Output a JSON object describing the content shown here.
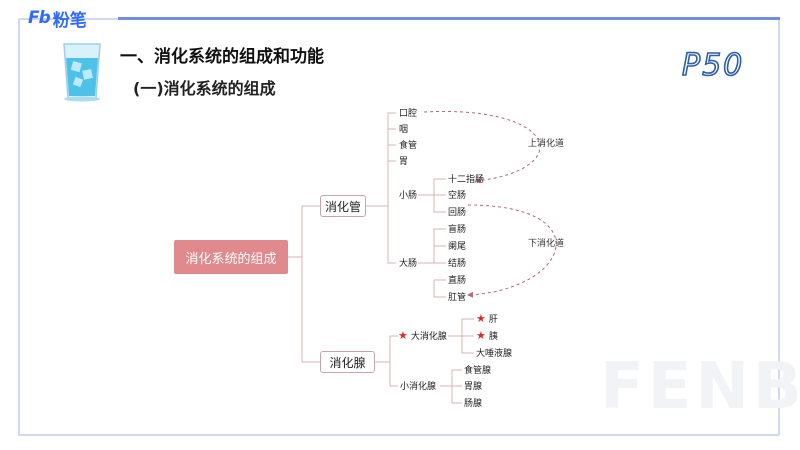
{
  "brand": {
    "logo_mark": "Fb",
    "logo_text": "粉笔",
    "color": "#2f6bff"
  },
  "header": {
    "title": "一、消化系统的组成和功能",
    "subtitle": "(一)消化系统的组成",
    "page_badge": "P50"
  },
  "watermark": "FENBI",
  "diagram": {
    "root": "消化系统的组成",
    "tube": {
      "label": "消化管",
      "parts": [
        "口腔",
        "咽",
        "食管",
        "胃"
      ],
      "small_intestine": {
        "label": "小肠",
        "children": [
          "十二指肠",
          "空肠",
          "回肠"
        ]
      },
      "large_intestine": {
        "label": "大肠",
        "children": [
          "盲肠",
          "阑尾",
          "结肠",
          "直肠",
          "肛管"
        ]
      },
      "upper_tract_note": "上消化道",
      "lower_tract_note": "下消化道"
    },
    "gland": {
      "label": "消化腺",
      "large": {
        "label": "大消化腺",
        "starred": true,
        "children": [
          {
            "text": "肝",
            "starred": true
          },
          {
            "text": "胰",
            "starred": true
          },
          {
            "text": "大唾液腺",
            "starred": false
          }
        ]
      },
      "small": {
        "label": "小消化腺",
        "children": [
          "食管腺",
          "胃腺",
          "肠腺"
        ]
      }
    }
  },
  "colors": {
    "root_fill": "#e08a8e",
    "line": "#d9b3b4",
    "dashed": "#b06a78",
    "star": "#e02a2a",
    "frame": "#cfd8f0"
  }
}
